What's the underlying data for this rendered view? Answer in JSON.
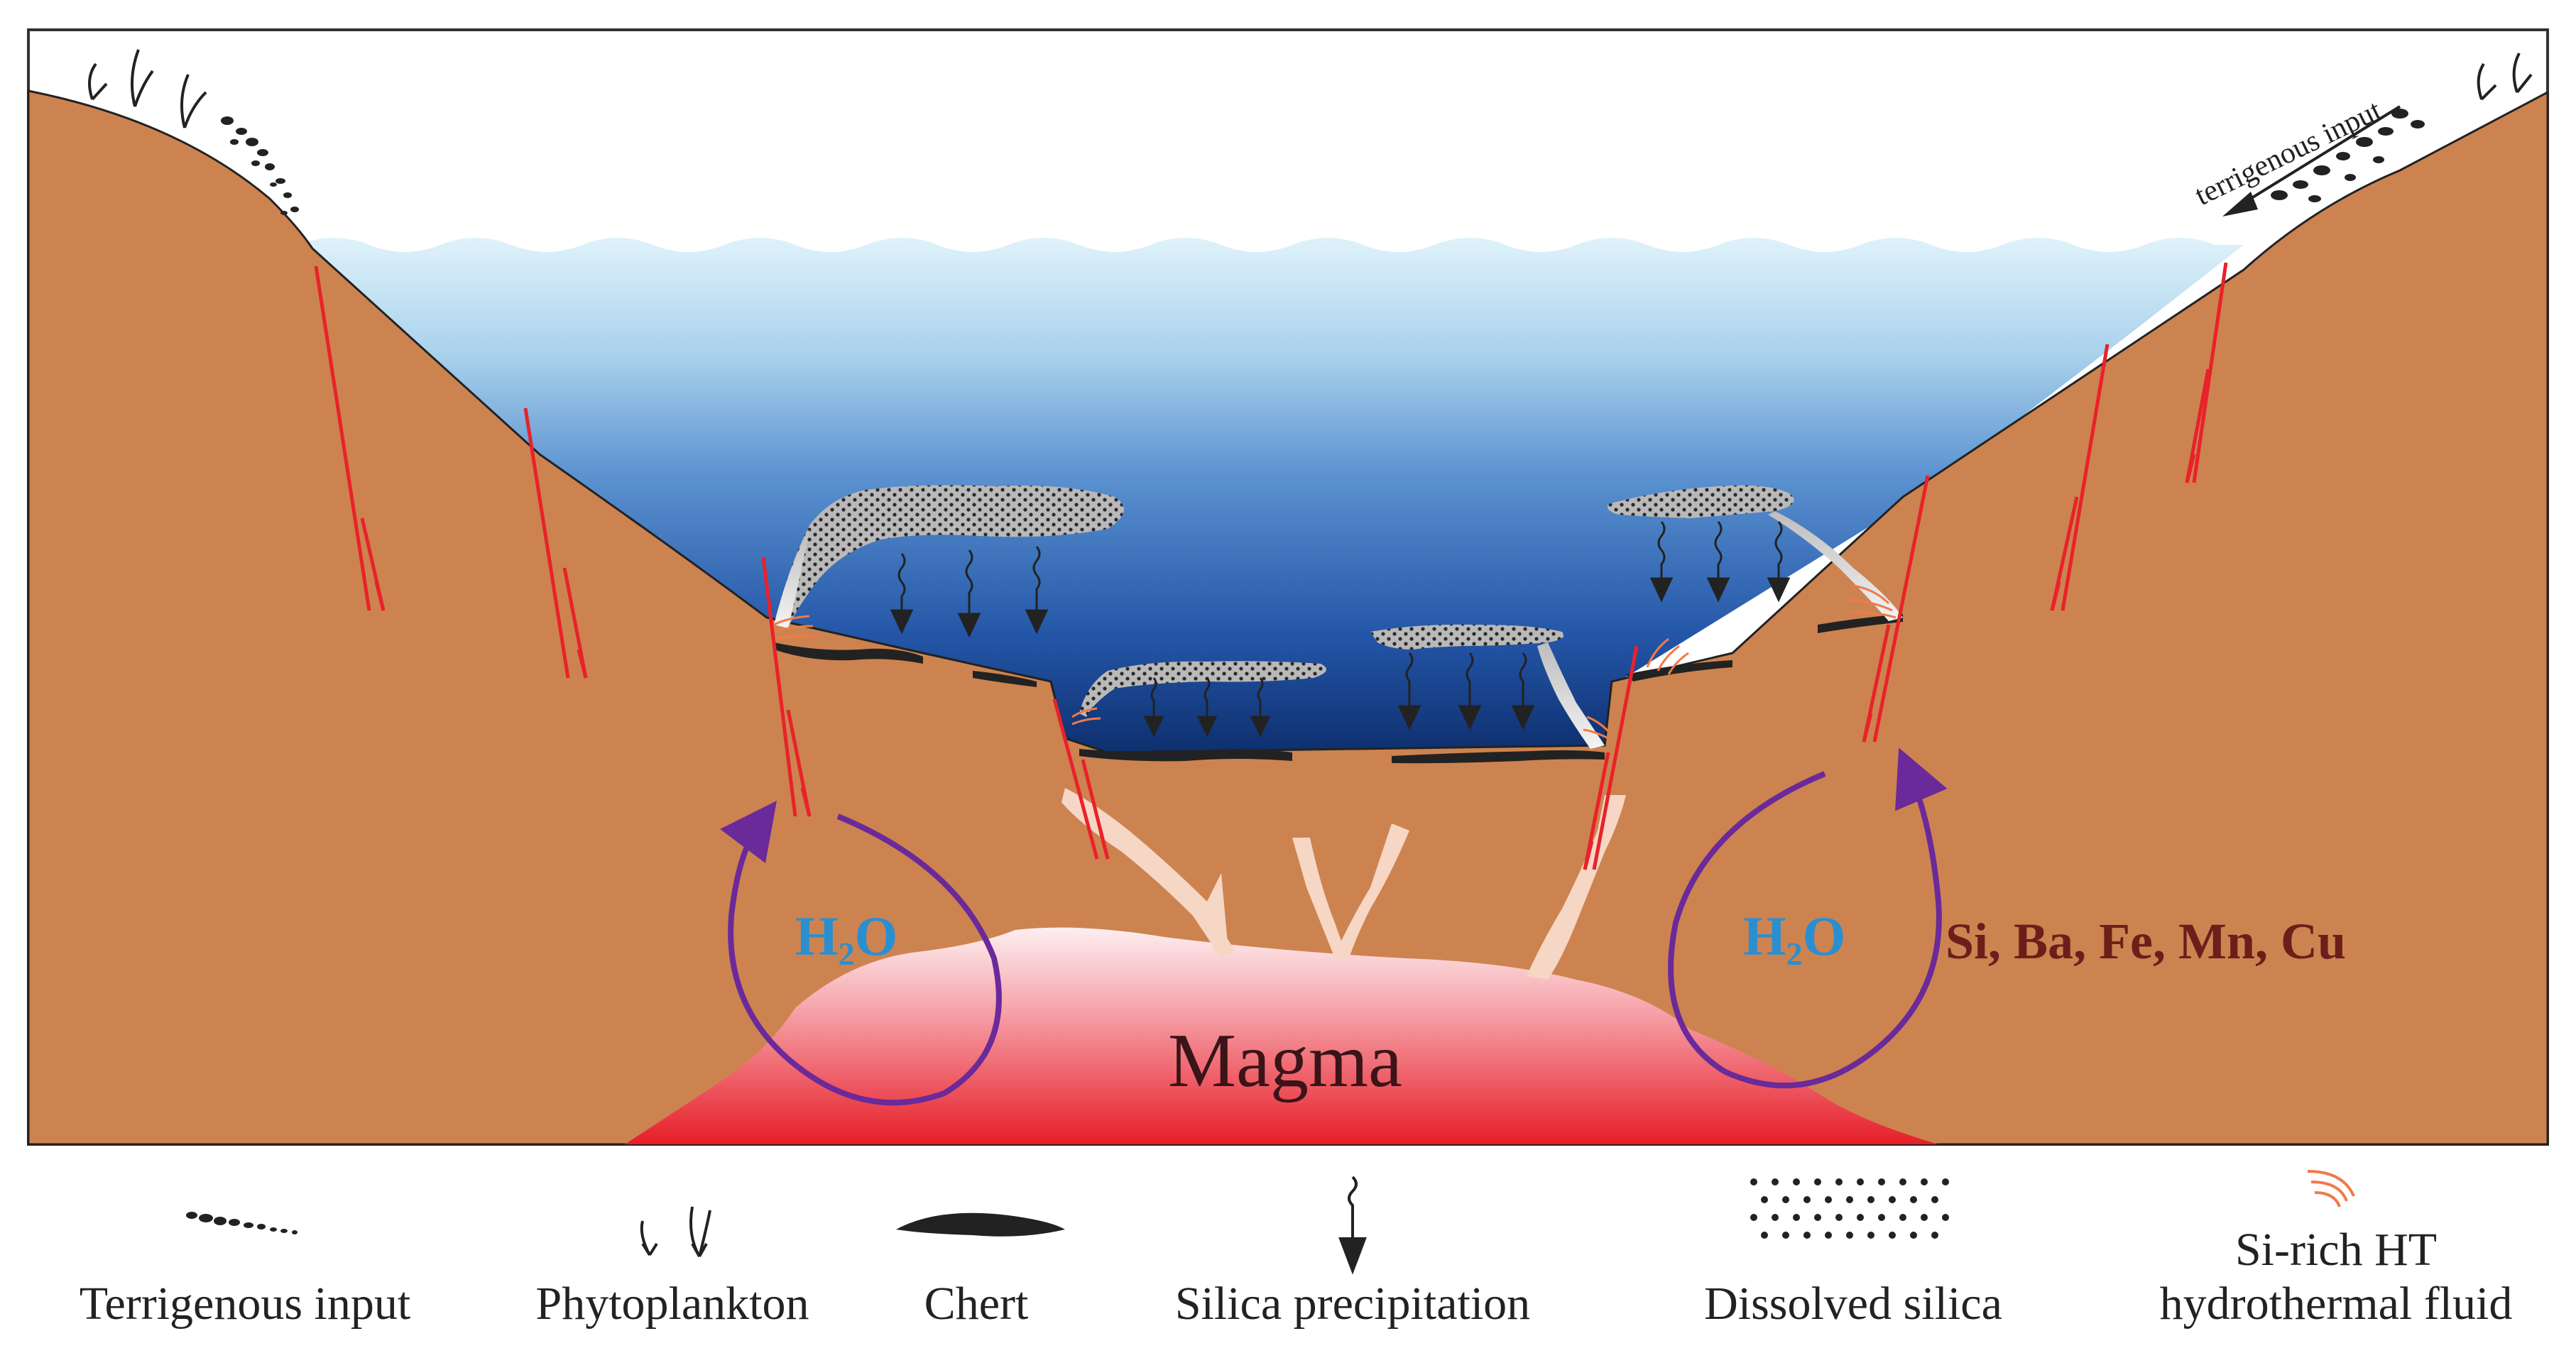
{
  "diagram": {
    "top_annotation": "terrigenous input",
    "left_water_label": {
      "main": "H",
      "sub": "2",
      "tail": "O"
    },
    "right_water_label": {
      "main": "H",
      "sub": "2",
      "tail": "O"
    },
    "elements_label": "Si, Ba, Fe, Mn, Cu",
    "magma_label": "Magma"
  },
  "legend": {
    "items": [
      {
        "id": "terrigenous",
        "lines": [
          "Terrigenous input"
        ]
      },
      {
        "id": "phytoplankton",
        "lines": [
          "Phytoplankton"
        ]
      },
      {
        "id": "chert",
        "lines": [
          "Chert"
        ]
      },
      {
        "id": "silica-precipitation",
        "lines": [
          "Silica precipitation"
        ]
      },
      {
        "id": "dissolved-silica",
        "lines": [
          "Dissolved silica"
        ]
      },
      {
        "id": "hydrothermal",
        "lines": [
          "Si-rich HT",
          "hydrothermal fluid"
        ]
      }
    ]
  },
  "colors": {
    "crust": "#cd8350",
    "water_top": "#d6eef8",
    "water_mid": "#4f86c6",
    "water_deep": "#0b2a66",
    "fault": "#e8222a",
    "circulation": "#6a2a9a",
    "water_label": "#2a8fd0",
    "elements_label": "#6b1f1a",
    "magma_light": "#fbe0e2",
    "magma_dark": "#e8202a",
    "chert": "#222222",
    "silica_plume": "#9a9a9a",
    "conduit": "#f6d6c4",
    "hydrothermal": "#f07a4a"
  }
}
